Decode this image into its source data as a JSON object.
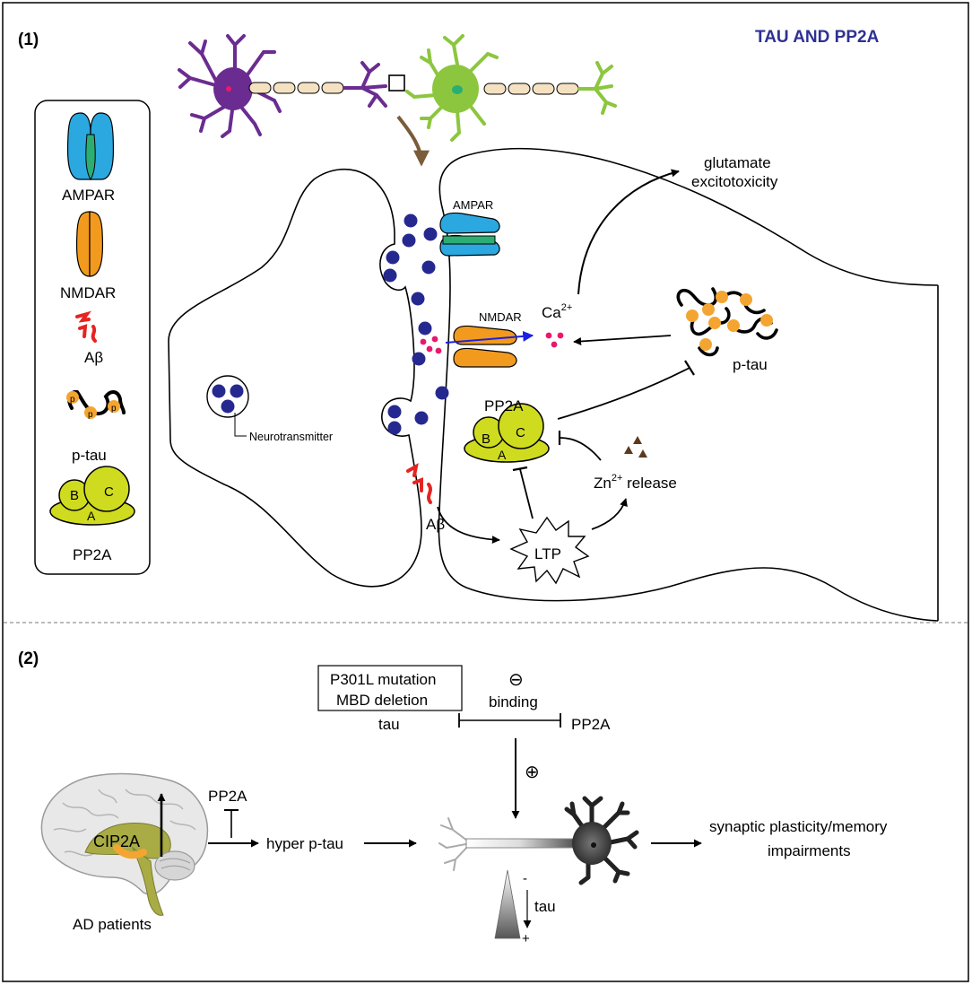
{
  "panel1": {
    "label": "(1)",
    "title": "TAU AND PP2A",
    "legend": {
      "ampar": "AMPAR",
      "nmdar": "NMDAR",
      "abeta": "Aβ",
      "ptau": "p-tau",
      "pp2a": "PP2A",
      "sub_b": "B",
      "sub_c": "C",
      "sub_a": "A",
      "p": "p"
    },
    "synapse": {
      "neurotransmitter": "Neurotransmitter",
      "ampar": "AMPAR",
      "nmdar": "NMDAR",
      "ca_base": "Ca",
      "ca_sup": "2+",
      "glutamate_line1": "glutamate",
      "glutamate_line2": "excitotoxicity",
      "ptau": "p-tau",
      "pp2a": "PP2A",
      "sub_b": "B",
      "sub_c": "C",
      "sub_a": "A",
      "zn_base": "Zn",
      "zn_sup": "2+",
      "zn_rest": " release",
      "abeta": "Aβ",
      "ltp": "LTP"
    }
  },
  "panel2": {
    "label": "(2)",
    "box_line1": "P301L mutation",
    "box_line2": "MBD deletion",
    "tau": "tau",
    "minus": "⊖",
    "binding": "binding",
    "pp2a_right": "PP2A",
    "plus": "⊕",
    "cip2a": "CIP2A",
    "ad_patients": "AD patients",
    "pp2a_left": "PP2A",
    "hyper_ptau": "hyper p-tau",
    "outcome_line1": "synaptic plasticity/memory",
    "outcome_line2": "impairments",
    "gradient_tau": "tau",
    "gradient_minus": "-",
    "gradient_plus": "+"
  },
  "colors": {
    "ampar_blue": "#2aa8df",
    "ampar_green": "#2cae73",
    "nmdar_orange": "#f29a1e",
    "pp2a_yellow": "#cfdb1f",
    "vesicle_blue": "#25298f",
    "ca_pink": "#e8186e",
    "abeta_red": "#e52421",
    "phospho_orange": "#f4a531",
    "title_navy": "#2e3192",
    "presyn_purple": "#6a2c91",
    "postsyn_green": "#8cc63f",
    "arrow_brown": "#7a5c3a",
    "zn_brown": "#5c3a1e"
  }
}
